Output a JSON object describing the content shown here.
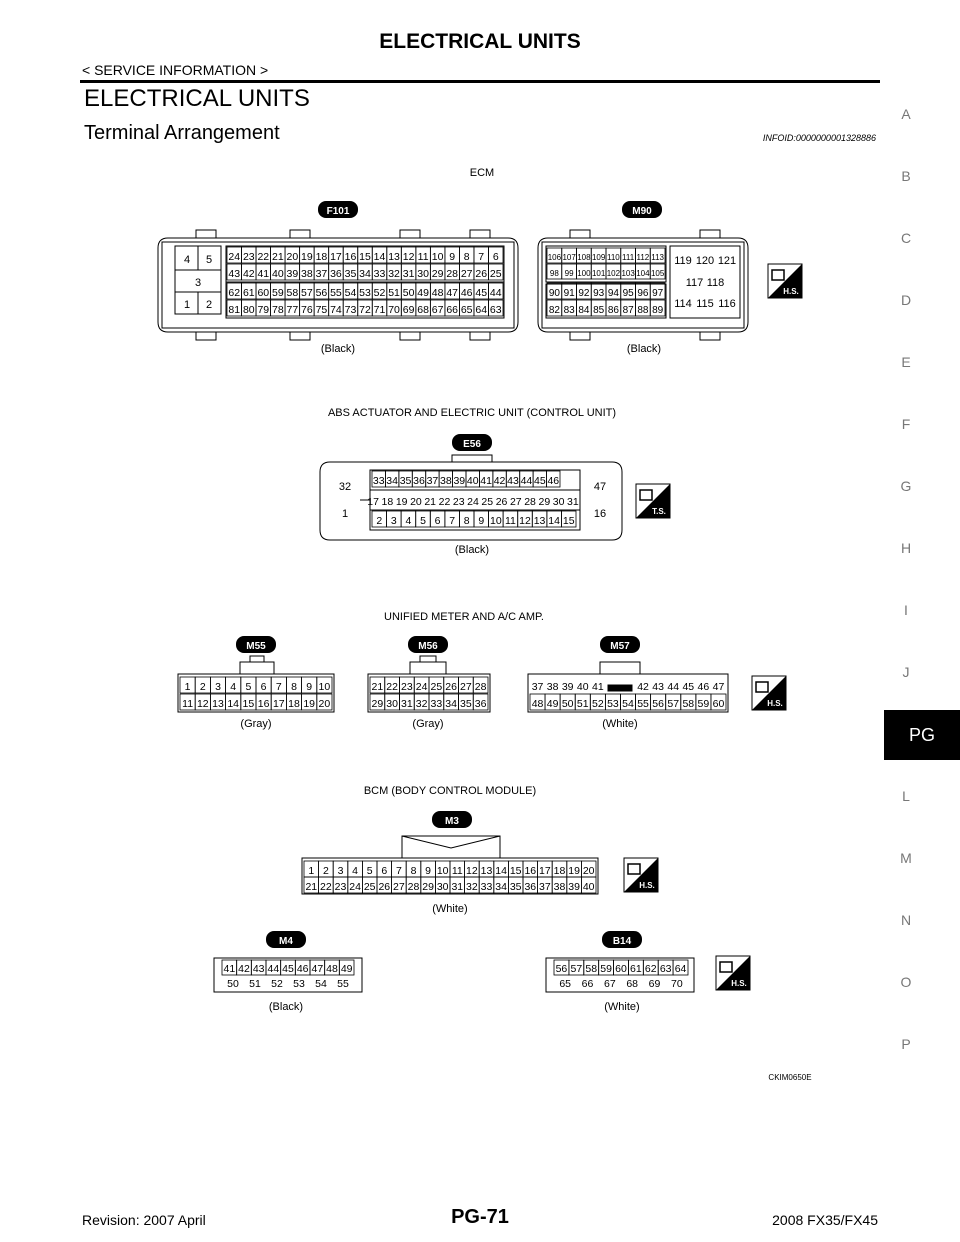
{
  "header": {
    "title": "ELECTRICAL UNITS",
    "service_info": "< SERVICE INFORMATION >"
  },
  "section": {
    "title": "ELECTRICAL UNITS",
    "subtitle": "Terminal Arrangement",
    "infoid": "INFOID:0000000001328886"
  },
  "side_index": [
    "A",
    "B",
    "C",
    "D",
    "E",
    "F",
    "G",
    "H",
    "I",
    "J",
    "PG",
    "L",
    "M",
    "N",
    "O",
    "P"
  ],
  "groups": {
    "ecm": "ECM",
    "abs": "ABS ACTUATOR AND ELECTRIC UNIT (CONTROL UNIT)",
    "meter": "UNIFIED METER AND A/C AMP.",
    "bcm": "BCM (BODY CONTROL MODULE)"
  },
  "symbols": {
    "hs": "H.S.",
    "ts": "T.S."
  },
  "connectors": {
    "F101": {
      "id": "F101",
      "color": "(Black)",
      "side_cells": [
        "4",
        "5",
        "3",
        "1",
        "2"
      ],
      "rows": [
        [
          "24",
          "23",
          "22",
          "21",
          "20",
          "19",
          "18",
          "17",
          "16",
          "15",
          "14",
          "13",
          "12",
          "11",
          "10",
          "9",
          "8",
          "7",
          "6"
        ],
        [
          "43",
          "42",
          "41",
          "40",
          "39",
          "38",
          "37",
          "36",
          "35",
          "34",
          "33",
          "32",
          "31",
          "30",
          "29",
          "28",
          "27",
          "26",
          "25"
        ],
        [
          "62",
          "61",
          "60",
          "59",
          "58",
          "57",
          "56",
          "55",
          "54",
          "53",
          "52",
          "51",
          "50",
          "49",
          "48",
          "47",
          "46",
          "45",
          "44"
        ],
        [
          "81",
          "80",
          "79",
          "78",
          "77",
          "76",
          "75",
          "74",
          "73",
          "72",
          "71",
          "70",
          "69",
          "68",
          "67",
          "66",
          "65",
          "64",
          "63"
        ]
      ]
    },
    "M90": {
      "id": "M90",
      "color": "(Black)",
      "rows": [
        [
          "106",
          "107",
          "108",
          "109",
          "110",
          "111",
          "112",
          "113"
        ],
        [
          "98",
          "99",
          "100",
          "101",
          "102",
          "103",
          "104",
          "105"
        ],
        [
          "90",
          "91",
          "92",
          "93",
          "94",
          "95",
          "96",
          "97"
        ],
        [
          "82",
          "83",
          "84",
          "85",
          "86",
          "87",
          "88",
          "89"
        ]
      ],
      "right_rows": [
        [
          "119",
          "120",
          "121"
        ],
        [
          "117",
          "118"
        ],
        [
          "114",
          "115",
          "116"
        ]
      ]
    },
    "E56": {
      "id": "E56",
      "color": "(Black)",
      "left": [
        "32",
        "1"
      ],
      "right": [
        "47",
        "16"
      ],
      "rows": [
        [
          "33",
          "34",
          "35",
          "36",
          "37",
          "38",
          "39",
          "40",
          "41",
          "42",
          "43",
          "44",
          "45",
          "46"
        ],
        [
          "17",
          "18",
          "19",
          "20",
          "21",
          "22",
          "23",
          "24",
          "25",
          "26",
          "27",
          "28",
          "29",
          "30",
          "31"
        ],
        [
          "2",
          "3",
          "4",
          "5",
          "6",
          "7",
          "8",
          "9",
          "10",
          "11",
          "12",
          "13",
          "14",
          "15"
        ]
      ]
    },
    "M55": {
      "id": "M55",
      "color": "(Gray)",
      "rows": [
        [
          "1",
          "2",
          "3",
          "4",
          "5",
          "6",
          "7",
          "8",
          "9",
          "10"
        ],
        [
          "11",
          "12",
          "13",
          "14",
          "15",
          "16",
          "17",
          "18",
          "19",
          "20"
        ]
      ]
    },
    "M56": {
      "id": "M56",
      "color": "(Gray)",
      "rows": [
        [
          "21",
          "22",
          "23",
          "24",
          "25",
          "26",
          "27",
          "28"
        ],
        [
          "29",
          "30",
          "31",
          "32",
          "33",
          "34",
          "35",
          "36"
        ]
      ]
    },
    "M57": {
      "id": "M57",
      "color": "(White)",
      "rows": [
        [
          "37",
          "38",
          "39",
          "40",
          "41",
          "",
          "",
          "42",
          "43",
          "44",
          "45",
          "46",
          "47"
        ],
        [
          "48",
          "49",
          "50",
          "51",
          "52",
          "53",
          "54",
          "55",
          "56",
          "57",
          "58",
          "59",
          "60"
        ]
      ]
    },
    "M3": {
      "id": "M3",
      "color": "(White)",
      "rows": [
        [
          "1",
          "2",
          "3",
          "4",
          "5",
          "6",
          "7",
          "8",
          "9",
          "10",
          "11",
          "12",
          "13",
          "14",
          "15",
          "16",
          "17",
          "18",
          "19",
          "20"
        ],
        [
          "21",
          "22",
          "23",
          "24",
          "25",
          "26",
          "27",
          "28",
          "29",
          "30",
          "31",
          "32",
          "33",
          "34",
          "35",
          "36",
          "37",
          "38",
          "39",
          "40"
        ]
      ]
    },
    "M4": {
      "id": "M4",
      "color": "(Black)",
      "rows": [
        [
          "41",
          "42",
          "43",
          "44",
          "45",
          "46",
          "47",
          "48",
          "49"
        ],
        [
          "50",
          "51",
          "52",
          "53",
          "54",
          "55"
        ]
      ]
    },
    "B14": {
      "id": "B14",
      "color": "(White)",
      "rows": [
        [
          "56",
          "57",
          "58",
          "59",
          "60",
          "61",
          "62",
          "63",
          "64"
        ],
        [
          "65",
          "66",
          "67",
          "68",
          "69",
          "70"
        ]
      ]
    }
  },
  "figure_code": "CKIM0650E",
  "footer": {
    "revision": "Revision: 2007 April",
    "page": "PG-71",
    "model": "2008 FX35/FX45"
  }
}
